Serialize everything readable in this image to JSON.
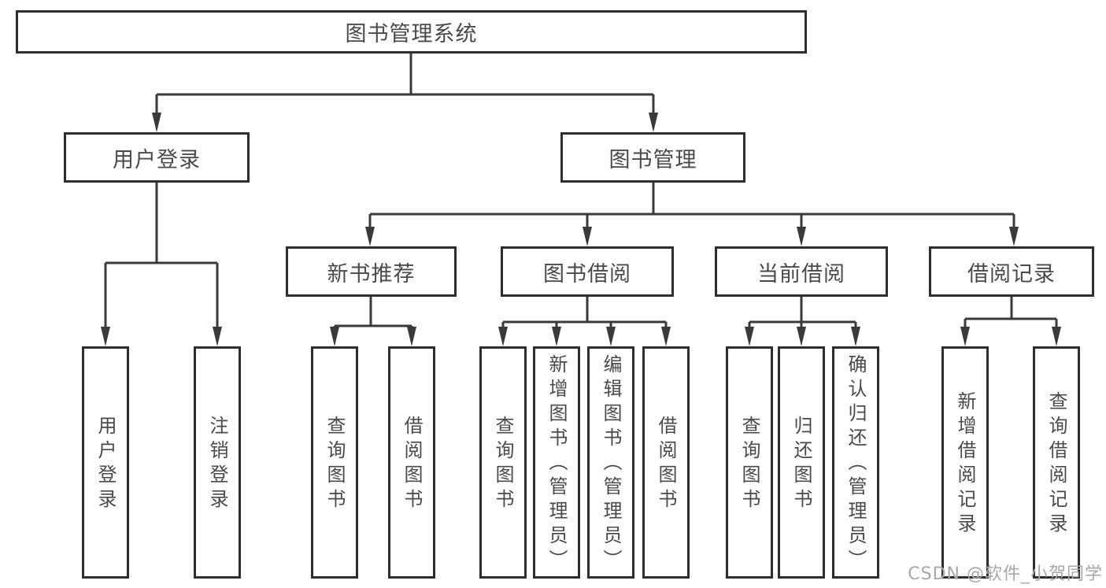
{
  "colors": {
    "line": "#3a3a3a",
    "border": "#2e2e2e",
    "text": "#4a4a4a",
    "background": "#ffffff",
    "watermark": "#a8a8a8"
  },
  "tree": {
    "label": "图书管理系统",
    "children": [
      {
        "label": "用户登录",
        "children": [
          {
            "label": "用户登录"
          },
          {
            "label": "注销登录"
          }
        ]
      },
      {
        "label": "图书管理",
        "children": [
          {
            "label": "新书推荐",
            "children": [
              {
                "label": "查询图书"
              },
              {
                "label": "借阅图书"
              }
            ]
          },
          {
            "label": "图书借阅",
            "children": [
              {
                "label": "查询图书"
              },
              {
                "label": "新增图书（管理员）"
              },
              {
                "label": "编辑图书（管理员）"
              },
              {
                "label": "借阅图书"
              }
            ]
          },
          {
            "label": "当前借阅",
            "children": [
              {
                "label": "查询图书"
              },
              {
                "label": "归还图书"
              },
              {
                "label": "确认归还（管理员）"
              }
            ]
          },
          {
            "label": "借阅记录",
            "children": [
              {
                "label": "新增借阅记录"
              },
              {
                "label": "查询借阅记录"
              }
            ]
          }
        ]
      }
    ]
  },
  "watermark": {
    "text": "CSDN @软件_小贺同学"
  }
}
